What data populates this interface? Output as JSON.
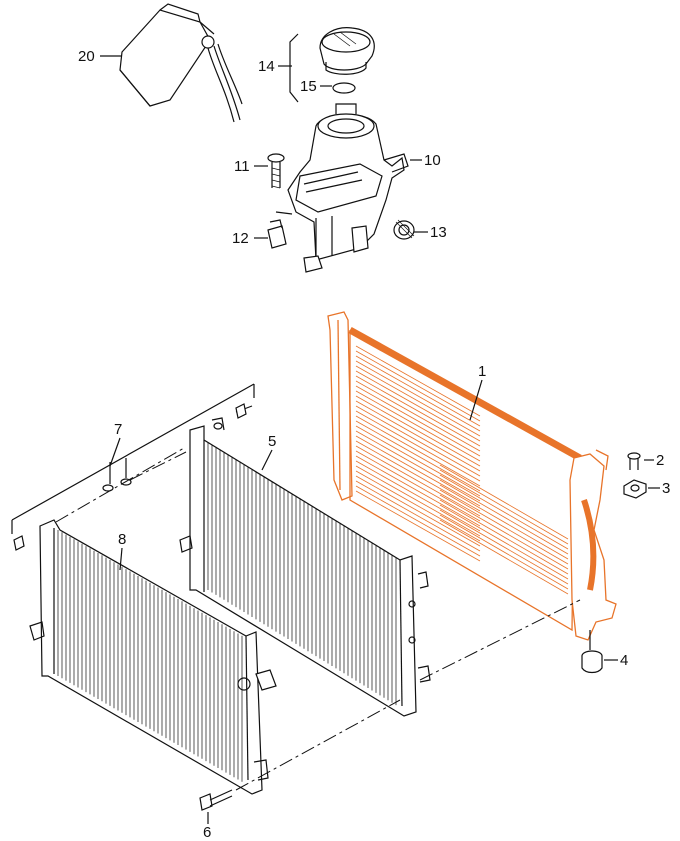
{
  "diagram": {
    "callouts": [
      {
        "id": "c20",
        "label": "20"
      },
      {
        "id": "c14",
        "label": "14"
      },
      {
        "id": "c15",
        "label": "15"
      },
      {
        "id": "c11",
        "label": "11"
      },
      {
        "id": "c10",
        "label": "10"
      },
      {
        "id": "c12",
        "label": "12"
      },
      {
        "id": "c13",
        "label": "13"
      },
      {
        "id": "c1",
        "label": "1"
      },
      {
        "id": "c7",
        "label": "7"
      },
      {
        "id": "c5",
        "label": "5"
      },
      {
        "id": "c2",
        "label": "2"
      },
      {
        "id": "c3",
        "label": "3"
      },
      {
        "id": "c8",
        "label": "8"
      },
      {
        "id": "c4",
        "label": "4"
      },
      {
        "id": "c6",
        "label": "6"
      }
    ],
    "colors": {
      "line": "#111111",
      "highlight": "#e8742a",
      "background": "#ffffff"
    }
  }
}
